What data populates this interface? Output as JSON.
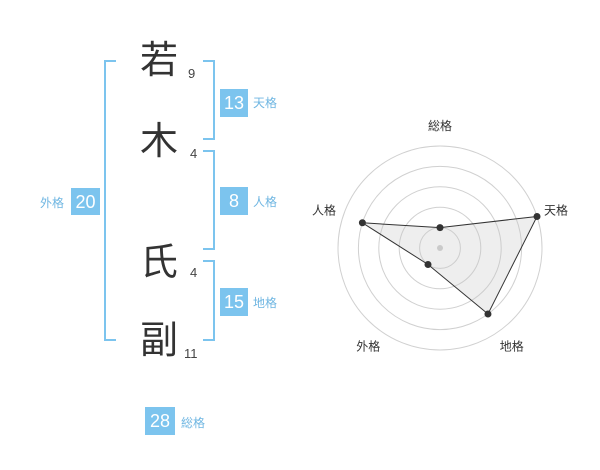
{
  "name": {
    "chars": [
      {
        "char": "若",
        "strokes": "9"
      },
      {
        "char": "木",
        "strokes": "4"
      },
      {
        "char": "氏",
        "strokes": "4"
      },
      {
        "char": "副",
        "strokes": "11"
      }
    ]
  },
  "kaku": {
    "ten": {
      "value": "13",
      "label": "天格"
    },
    "jin": {
      "value": "8",
      "label": "人格"
    },
    "chi": {
      "value": "15",
      "label": "地格"
    },
    "gai": {
      "value": "20",
      "label": "外格"
    },
    "sou": {
      "value": "28",
      "label": "総格"
    }
  },
  "colors": {
    "accent": "#7cc4ee",
    "text": "#333333"
  },
  "chart_data": {
    "type": "radar",
    "axes": [
      "総格",
      "天格",
      "地格",
      "外格",
      "人格"
    ],
    "values": [
      1,
      5,
      4,
      1,
      4
    ],
    "rlim": [
      0,
      5
    ],
    "rings": 5
  }
}
